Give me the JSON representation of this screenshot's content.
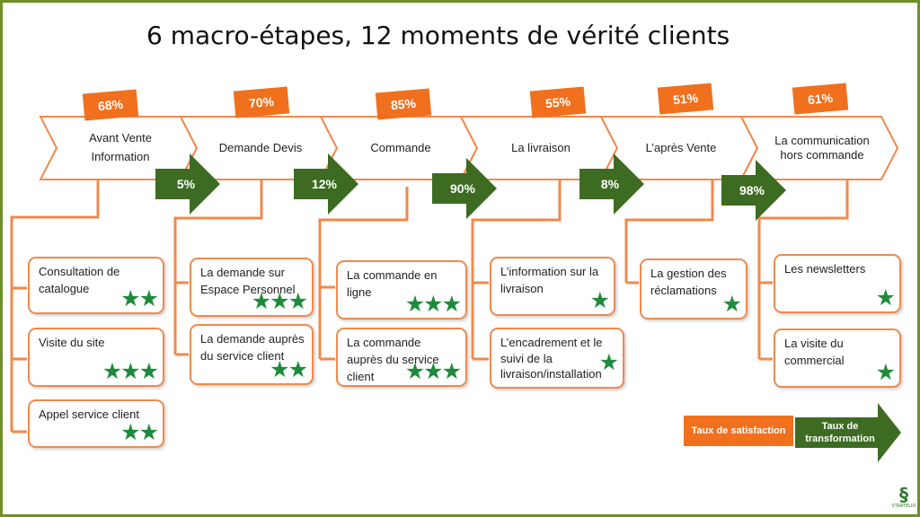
{
  "title": "6 macro-étapes, 12 moments de vérité clients",
  "colors": {
    "satisfaction": "#f0701e",
    "transformation": "#3d6b22",
    "connector": "#ef8a4d",
    "stars": "#1e8b3c",
    "frame": "#6f8f2a"
  },
  "stages": [
    {
      "name": "Avant Vente\nInformation",
      "satisfaction": "68%"
    },
    {
      "name": "Demande Devis",
      "satisfaction": "70%"
    },
    {
      "name": "Commande",
      "satisfaction": "85%"
    },
    {
      "name": "La livraison",
      "satisfaction": "55%"
    },
    {
      "name": "L’après Vente",
      "satisfaction": "51%"
    },
    {
      "name": "La communication hors commande",
      "satisfaction": "61%"
    }
  ],
  "transformations": [
    "5%",
    "12%",
    "90%",
    "8%",
    "98%"
  ],
  "moments": [
    {
      "stage": 0,
      "label": "Consultation de catalogue",
      "stars": 2
    },
    {
      "stage": 0,
      "label": "Visite du site",
      "stars": 3
    },
    {
      "stage": 0,
      "label": "Appel service client",
      "stars": 2
    },
    {
      "stage": 1,
      "label": "La demande sur Espace Personnel",
      "stars": 3
    },
    {
      "stage": 1,
      "label": "La demande auprès du service client",
      "stars": 2
    },
    {
      "stage": 2,
      "label": "La commande en ligne",
      "stars": 3
    },
    {
      "stage": 2,
      "label": "La commande auprès du service client",
      "stars": 3
    },
    {
      "stage": 3,
      "label": "L’information sur la livraison",
      "stars": 1
    },
    {
      "stage": 3,
      "label": "L’encadrement et le suivi de la livraison/installation",
      "stars": 1
    },
    {
      "stage": 4,
      "label": "La gestion des réclamations",
      "stars": 1
    },
    {
      "stage": 5,
      "label": "Les newsletters",
      "stars": 1
    },
    {
      "stage": 5,
      "label": "La visite du commercial",
      "stars": 1
    }
  ],
  "legend": {
    "satisfaction": "Taux de satisfaction",
    "transformation": "Taux de transformation"
  },
  "logo": {
    "text": "STRATELIO"
  }
}
